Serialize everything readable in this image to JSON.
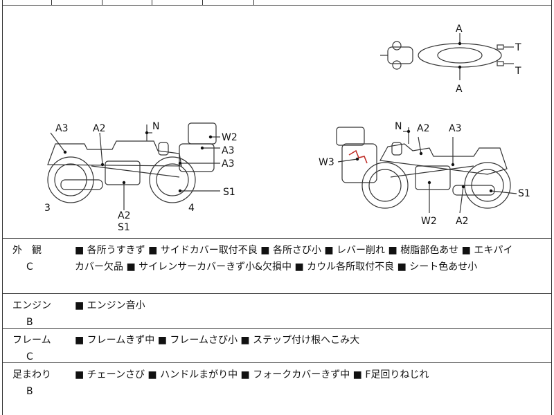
{
  "diagram": {
    "left_bike": {
      "labels": [
        "A3",
        "A2",
        "N",
        "W2",
        "A3",
        "A3",
        "S1",
        "A2",
        "S1",
        "3",
        "4"
      ]
    },
    "right_bike": {
      "labels": [
        "N",
        "A2",
        "A3",
        "W3",
        "S1",
        "W2",
        "A2"
      ]
    },
    "top_view": {
      "labels": [
        "A",
        "A",
        "T",
        "T"
      ]
    }
  },
  "sections": [
    {
      "label": "外　観",
      "grade": "C",
      "items_line1": "■ 各所うすきず ■ サイドカバー取付不良 ■ 各所さび小 ■ レバー削れ ■ 樹脂部色あせ ■ エキパイ",
      "items_line2": "カバー欠品 ■ サイレンサーカバーきず小&欠損中 ■ カウル各所取付不良 ■ シート色あせ小"
    },
    {
      "label": "エンジン",
      "grade": "B",
      "items_line1": "■ エンジン音小",
      "items_line2": ""
    },
    {
      "label": "フレーム",
      "grade": "C",
      "items_line1": "■ フレームきず中 ■ フレームさび小 ■ ステップ付け根へこみ大",
      "items_line2": ""
    },
    {
      "label": "足まわり",
      "grade": "B",
      "items_line1": "■ チェーンさび ■ ハンドルまがり中 ■ フォークカバーきず中 ■ F足回りねじれ",
      "items_line2": ""
    }
  ],
  "colors": {
    "line": "#333333",
    "damage_mark": "#c0302a"
  }
}
